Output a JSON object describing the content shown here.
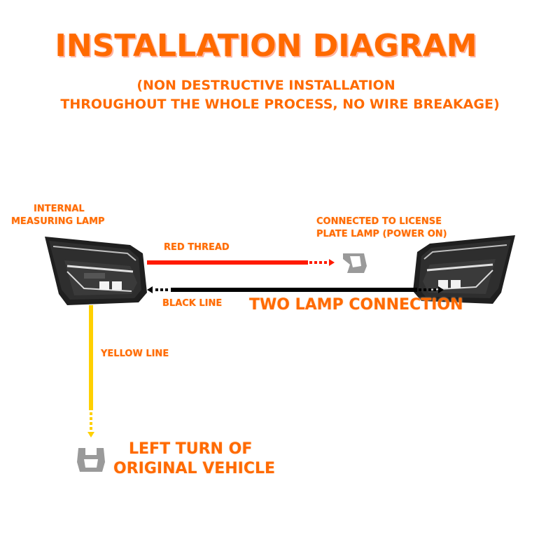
{
  "title": "INSTALLATION DIAGRAM",
  "subtitle_line1": "(NON DESTRUCTIVE INSTALLATION",
  "subtitle_line2": "THROUGHOUT THE WHOLE PROCESS, NO WIRE BREAKAGE)",
  "labels": {
    "internal_lamp_line1": "INTERNAL",
    "internal_lamp_line2": "MEASURING LAMP",
    "license_line1": "CONNECTED TO LICENSE",
    "license_line2": "PLATE LAMP (POWER ON)",
    "red_thread": "RED THREAD",
    "black_line": "BLACK LINE",
    "two_lamp": "TWO LAMP CONNECTION",
    "yellow_line": "YELLOW LINE",
    "left_turn_line1": "LEFT TURN OF",
    "left_turn_line2": "ORIGINAL VEHICLE"
  },
  "colors": {
    "accent": "#ff6a00",
    "red_wire": "#ff1a00",
    "black_wire": "#000000",
    "yellow_wire": "#ffd000",
    "connector": "#9a9a9a"
  }
}
